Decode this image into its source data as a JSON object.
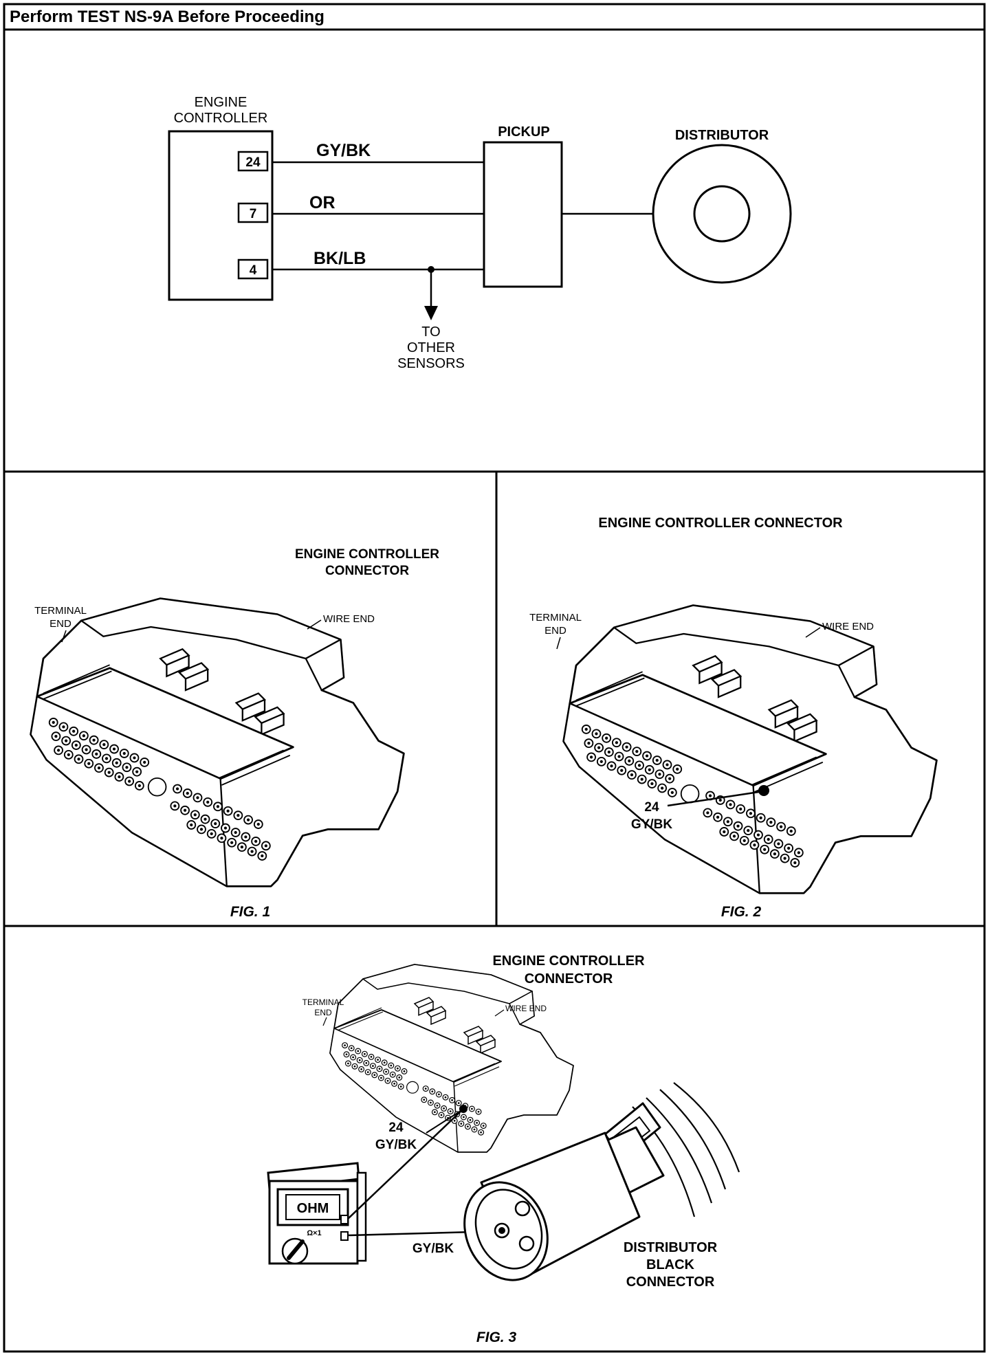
{
  "header": {
    "title": "Perform TEST NS-9A Before Proceeding"
  },
  "schematic": {
    "controller_label": [
      "ENGINE",
      "CONTROLLER"
    ],
    "pins": [
      {
        "pin": "24",
        "wire": "GY/BK"
      },
      {
        "pin": "7",
        "wire": "OR"
      },
      {
        "pin": "4",
        "wire": "BK/LB"
      }
    ],
    "pickup_label": "PICKUP",
    "distributor_label": "DISTRIBUTOR",
    "other_sensors_label": [
      "TO",
      "OTHER",
      "SENSORS"
    ]
  },
  "fig1": {
    "title": [
      "ENGINE CONTROLLER",
      "CONNECTOR"
    ],
    "terminal_end": [
      "TERMINAL",
      "END"
    ],
    "wire_end": "WIRE END",
    "caption": "FIG. 1"
  },
  "fig2": {
    "title": "ENGINE CONTROLLER CONNECTOR",
    "terminal_end": [
      "TERMINAL",
      "END"
    ],
    "wire_end": "WIRE END",
    "callout_pin": "24",
    "callout_wire": "GY/BK",
    "caption": "FIG. 2"
  },
  "fig3": {
    "title": [
      "ENGINE CONTROLLER",
      "CONNECTOR"
    ],
    "terminal_end": [
      "TERMINAL",
      "END"
    ],
    "wire_end": "WIRE END",
    "callout_pin": "24",
    "callout_wire": "GY/BK",
    "meter_display": "OHM",
    "meter_range": "Ω×1",
    "lead_wire": "GY/BK",
    "distributor_connector": [
      "DISTRIBUTOR",
      "BLACK",
      "CONNECTOR"
    ],
    "caption": "FIG. 3"
  }
}
